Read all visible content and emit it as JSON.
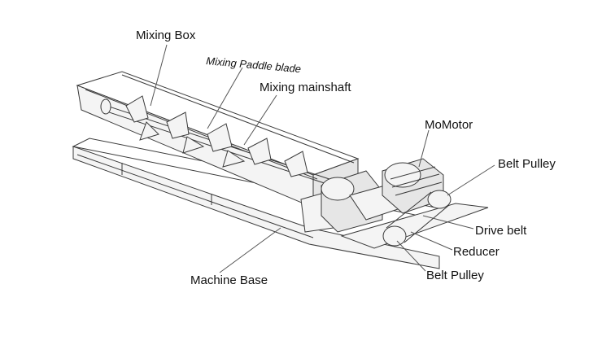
{
  "labels": {
    "mixing_box": "Mixing Box",
    "mixing_paddle_blade": "Mixing Paddle blade",
    "mixing_mainshaft": "Mixing mainshaft",
    "motor": "MoMotor",
    "belt_pulley_top": "Belt Pulley",
    "drive_belt": "Drive belt",
    "reducer": "Reducer",
    "belt_pulley_bottom": "Belt Pulley",
    "machine_base": "Machine Base"
  }
}
